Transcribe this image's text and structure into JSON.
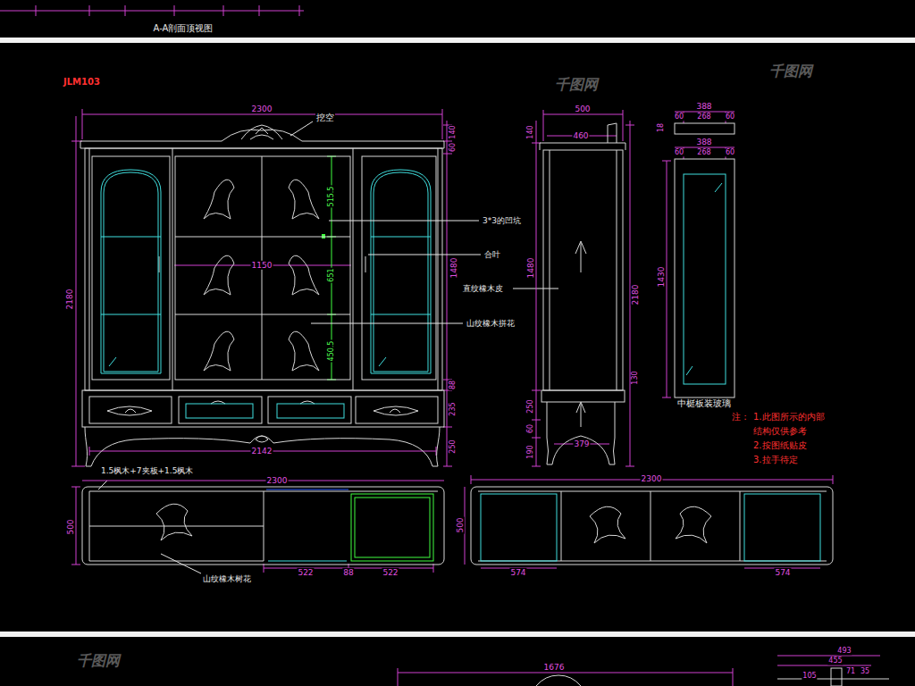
{
  "diagram": {
    "labels": [
      "A-A剖面顶视图",
      "JLM103",
      "2300",
      "挖空",
      "140",
      "60",
      "2180",
      "515.5",
      "3*3的凹坑",
      "1480",
      "合叶",
      "1150",
      "651",
      "直纹橡木皮",
      "山纹橡木拼花",
      "450.5",
      "88",
      "235",
      "250",
      "2142",
      "1.5枫木+7夹板+1.5枫木",
      "2300",
      "500",
      "522",
      "88",
      "522",
      "山纹橡木树花",
      "500",
      "460",
      "140",
      "1480",
      "2180",
      "250",
      "60",
      "190",
      "379",
      "130",
      "388",
      "60",
      "268",
      "60",
      "18",
      "388",
      "60",
      "268",
      "60",
      "1430",
      "中梃板装玻璃",
      "注：",
      "1.此图所示的内部 结构仅供参考",
      "2.按图纸贴皮",
      "3.拉手待定",
      "2300",
      "500",
      "574",
      "574",
      "1676",
      "493",
      "455",
      "71",
      "35",
      "105",
      "千图网",
      "千图网",
      "千图网"
    ]
  }
}
